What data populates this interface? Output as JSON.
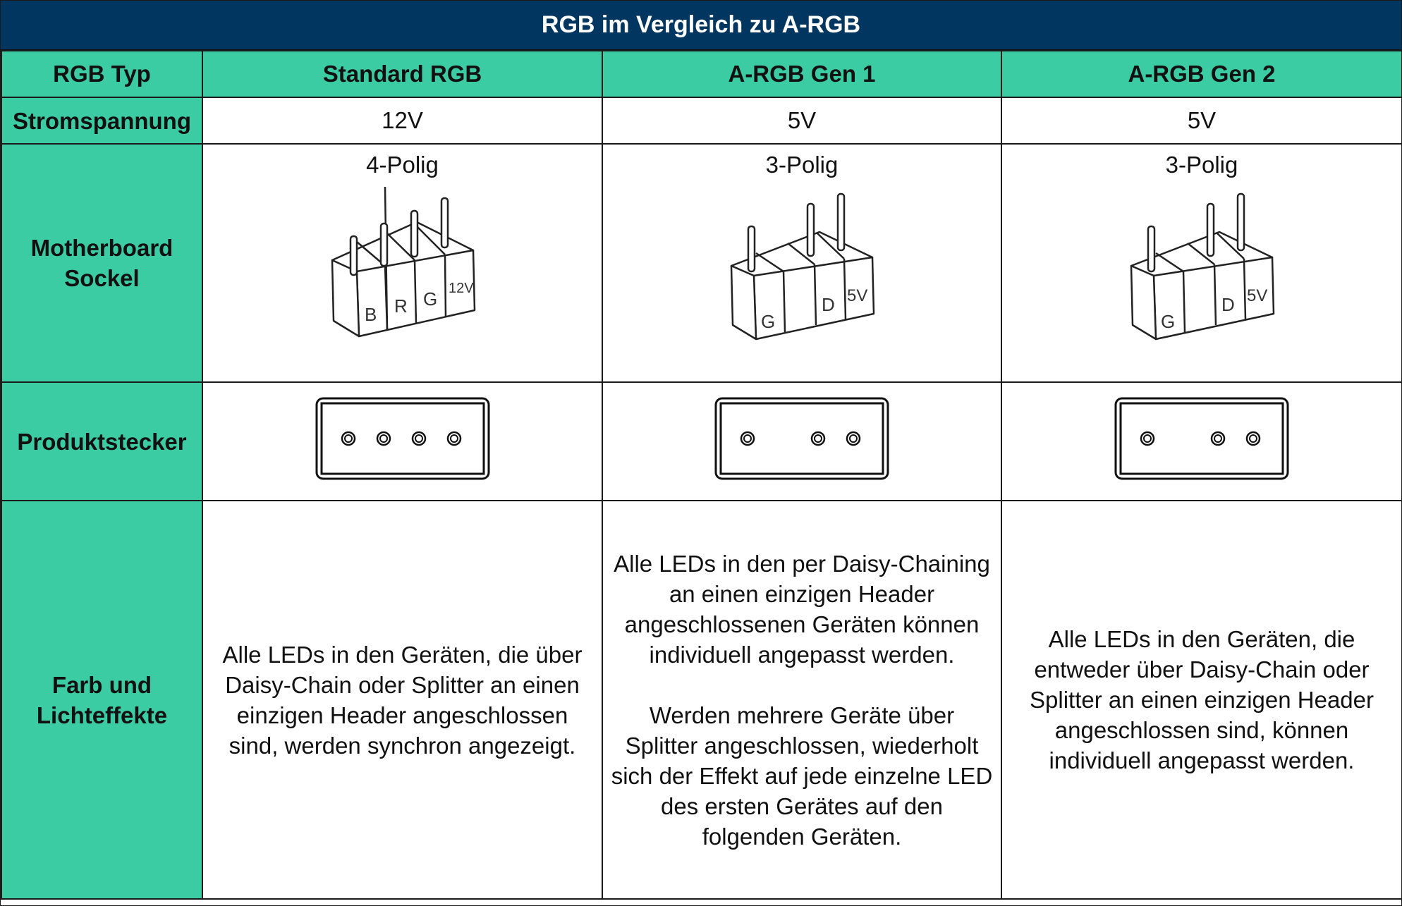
{
  "title": "RGB im Vergleich zu A-RGB",
  "colors": {
    "title_bg": "#00365f",
    "accent": "#3ccca3",
    "border": "#1a1a1a"
  },
  "header": {
    "row_label": "RGB Typ",
    "columns": [
      "Standard RGB",
      "A-RGB Gen 1",
      "A-RGB Gen 2"
    ]
  },
  "rows": {
    "voltage": {
      "label": "Stromspannung",
      "values": [
        "12V",
        "5V",
        "5V"
      ]
    },
    "motherboard": {
      "label_line1": "Motherboard",
      "label_line2": "Sockel",
      "values": [
        {
          "pins": "4-Polig",
          "pin_labels": [
            "B",
            "R",
            "G",
            "12V"
          ],
          "icon": "4-pin-header-icon"
        },
        {
          "pins": "3-Polig",
          "pin_labels": [
            "G",
            "",
            "D",
            "5V"
          ],
          "icon": "3-pin-header-icon"
        },
        {
          "pins": "3-Polig",
          "pin_labels": [
            "G",
            "",
            "D",
            "5V"
          ],
          "icon": "3-pin-header-icon"
        }
      ]
    },
    "plug": {
      "label": "Produktstecker",
      "values": [
        {
          "icon": "4-pin-connector-icon",
          "holes": [
            1,
            1,
            1,
            1
          ]
        },
        {
          "icon": "3-pin-connector-icon",
          "holes": [
            1,
            0,
            1,
            1
          ]
        },
        {
          "icon": "3-pin-connector-icon",
          "holes": [
            1,
            0,
            1,
            1
          ]
        }
      ]
    },
    "effects": {
      "label_line1": "Farb und",
      "label_line2": "Lichteffekte",
      "values": [
        {
          "paragraphs": [
            "Alle LEDs in den Geräten, die über Daisy-Chain oder Splitter an einen einzigen Header angeschlossen sind, werden synchron angezeigt."
          ]
        },
        {
          "paragraphs": [
            "Alle LEDs in den per Daisy-Chaining an einen einzigen Header angeschlossenen Geräten können individuell angepasst werden.",
            "Werden mehrere Geräte über Splitter angeschlossen, wiederholt sich der Effekt auf jede einzelne LED des ersten Gerätes auf den folgenden Geräten."
          ]
        },
        {
          "paragraphs": [
            "Alle LEDs in den Geräten, die entweder über Daisy-Chain oder Splitter an einen einzigen Header angeschlossen sind, können individuell angepasst werden."
          ]
        }
      ]
    }
  }
}
